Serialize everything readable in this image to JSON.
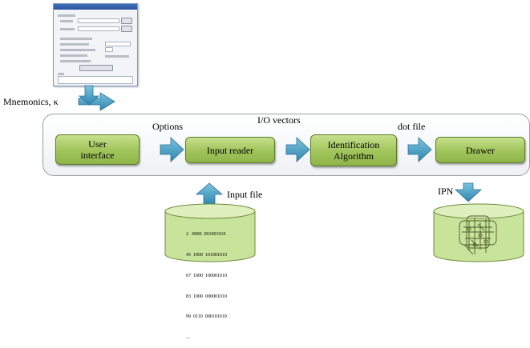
{
  "nodes": {
    "user_interface": "User interface",
    "input_reader": "Input reader",
    "identification_algorithm": "Identification Algorithm",
    "drawer": "Drawer"
  },
  "edges": {
    "mnemonics": "Mnemonics, κ",
    "options": "Options",
    "io_vectors": "I/O vectors",
    "dot_file": "dot file",
    "input_file": "Input file",
    "ipn": "IPN"
  },
  "input_file_rows": [
    "2   0000  001001010",
    "45  1000  101001010",
    "67  1000  100001010",
    "83  1000  000001010",
    "99  0110  000101010",
    "..."
  ],
  "colors": {
    "box_fill": "#a0c45a",
    "arrow_fill": "#4fa3c7",
    "cylinder_fill": "#c8e39a",
    "container_border": "#9aa0a6"
  }
}
